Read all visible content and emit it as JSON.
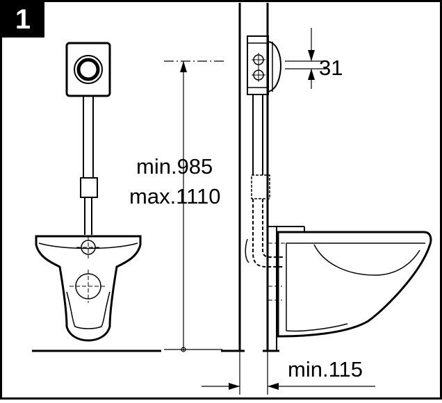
{
  "figure": {
    "number": "1",
    "dimensions": {
      "button_offset": "31",
      "height_min": "min.985",
      "height_max": "max.1110",
      "wall_depth_min": "min.115"
    }
  }
}
